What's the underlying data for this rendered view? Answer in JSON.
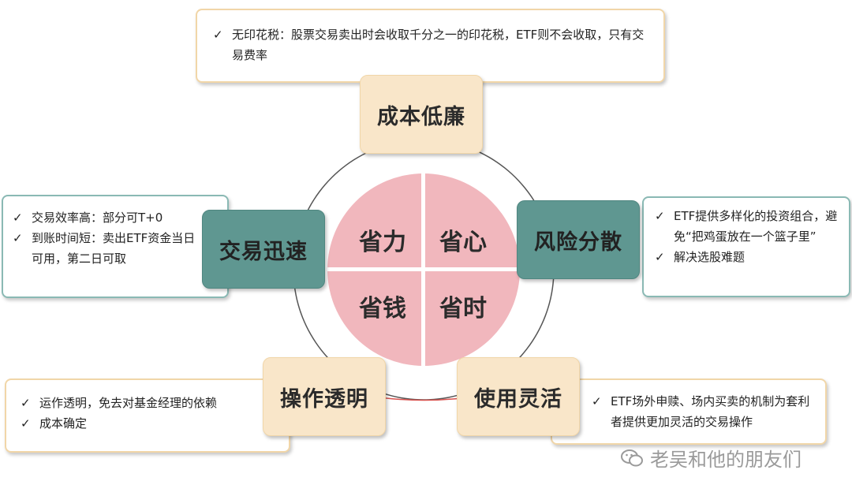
{
  "center": {
    "quadrants": [
      "省力",
      "省心",
      "省钱",
      "省时"
    ]
  },
  "features": {
    "top": "成本低廉",
    "right": "风险分散",
    "left": "交易迅速",
    "bottom_left": "操作透明",
    "bottom_right": "使用灵活"
  },
  "notes": {
    "top": [
      "无印花税：股票交易卖出时会收取千分之一的印花税，ETF则不会收取，只有交易费率"
    ],
    "left": [
      "交易效率高：部分可T+0",
      "到账时间短：卖出ETF资金当日可用，第二日可取"
    ],
    "right": [
      "ETF提供多样化的投资组合，避免“把鸡蛋放在一个篮子里”",
      "解决选股难题"
    ],
    "bottom_left": [
      "运作透明，免去对基金经理的依赖",
      "成本确定"
    ],
    "bottom_right": [
      "ETF场外申赎、场内买卖的机制为套利者提供更加灵活的交易操作"
    ]
  },
  "check_symbol": "✓",
  "watermark": "老吴和他的朋友们",
  "colors": {
    "cream_fill": "#f9e6c9",
    "cream_border": "#f1d6a8",
    "teal_fill": "#5f9791",
    "teal_border": "#8ab9b4",
    "pie": "#f1b7bd"
  }
}
